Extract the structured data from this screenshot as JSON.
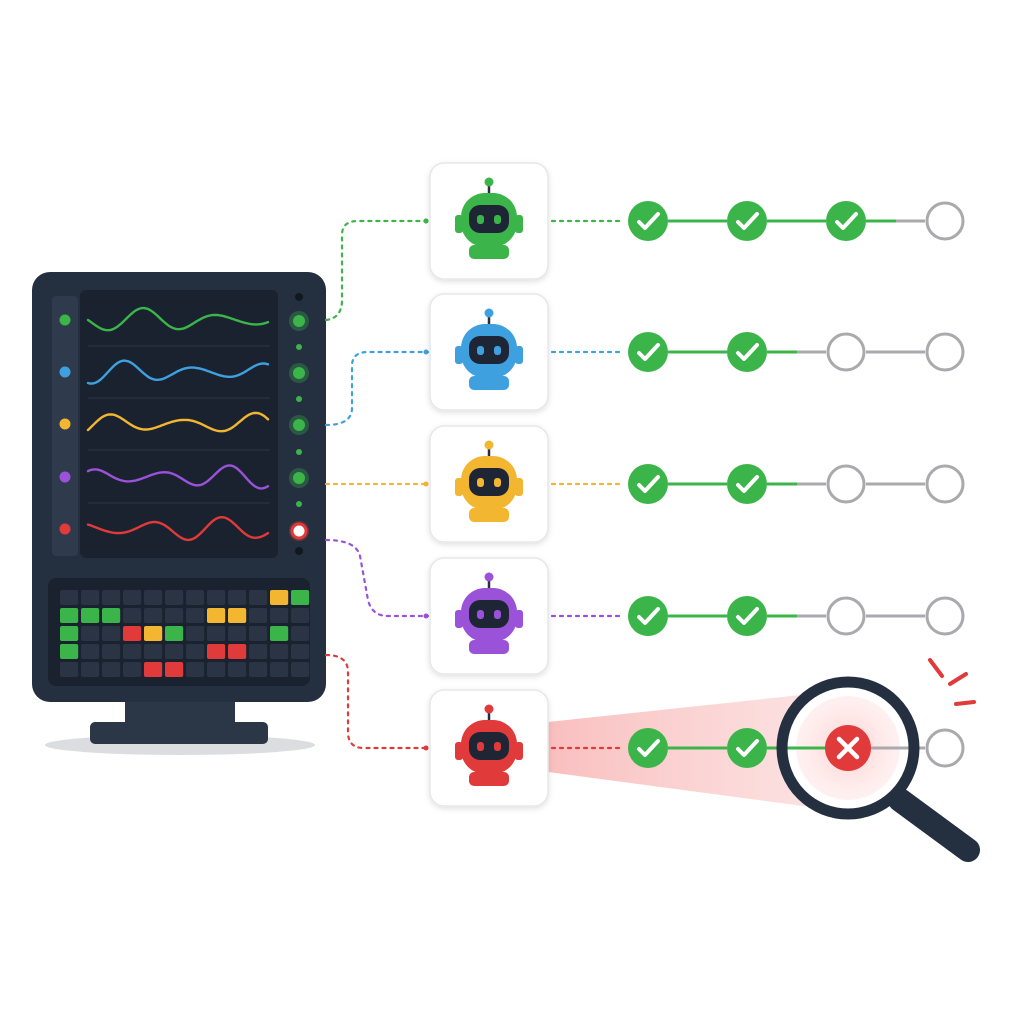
{
  "colors": {
    "green": "#3bb54a",
    "blue": "#3fa0e0",
    "yellow": "#f2b630",
    "purple": "#9a52d8",
    "red": "#e03a3a",
    "gray": "#a9a9ae",
    "panel": "#243040",
    "screen": "#1a2230",
    "background": "#ffffff"
  },
  "monitor": {
    "waveforms": [
      {
        "color": "green"
      },
      {
        "color": "blue"
      },
      {
        "color": "yellow"
      },
      {
        "color": "purple"
      },
      {
        "color": "red"
      }
    ],
    "status_leds": [
      "green",
      "green",
      "green",
      "green",
      "red"
    ],
    "keyboard_lit_keys": [
      {
        "row": 0,
        "col": 10,
        "color": "yellow"
      },
      {
        "row": 0,
        "col": 11,
        "color": "green"
      },
      {
        "row": 1,
        "col": 0,
        "color": "green"
      },
      {
        "row": 1,
        "col": 1,
        "color": "green"
      },
      {
        "row": 1,
        "col": 2,
        "color": "green"
      },
      {
        "row": 1,
        "col": 7,
        "color": "yellow"
      },
      {
        "row": 1,
        "col": 8,
        "color": "yellow"
      },
      {
        "row": 2,
        "col": 0,
        "color": "green"
      },
      {
        "row": 2,
        "col": 3,
        "color": "red"
      },
      {
        "row": 2,
        "col": 4,
        "color": "yellow"
      },
      {
        "row": 2,
        "col": 5,
        "color": "green"
      },
      {
        "row": 2,
        "col": 10,
        "color": "green"
      },
      {
        "row": 3,
        "col": 0,
        "color": "green"
      },
      {
        "row": 3,
        "col": 7,
        "color": "red"
      },
      {
        "row": 3,
        "col": 8,
        "color": "red"
      },
      {
        "row": 4,
        "col": 4,
        "color": "red"
      },
      {
        "row": 4,
        "col": 5,
        "color": "red"
      }
    ]
  },
  "agents": [
    {
      "color": "green",
      "steps": [
        "pass",
        "pass",
        "pass",
        "pending"
      ]
    },
    {
      "color": "blue",
      "steps": [
        "pass",
        "pass",
        "pending",
        "pending"
      ]
    },
    {
      "color": "yellow",
      "steps": [
        "pass",
        "pass",
        "pending",
        "pending"
      ]
    },
    {
      "color": "purple",
      "steps": [
        "pass",
        "pass",
        "pending",
        "pending"
      ]
    },
    {
      "color": "red",
      "steps": [
        "pass",
        "pass",
        "fail",
        "pending"
      ]
    }
  ],
  "inspection": {
    "target_agent": 4,
    "target_step": 2,
    "icon": "magnifier-icon",
    "alert_icon": "alert-rays-icon"
  }
}
